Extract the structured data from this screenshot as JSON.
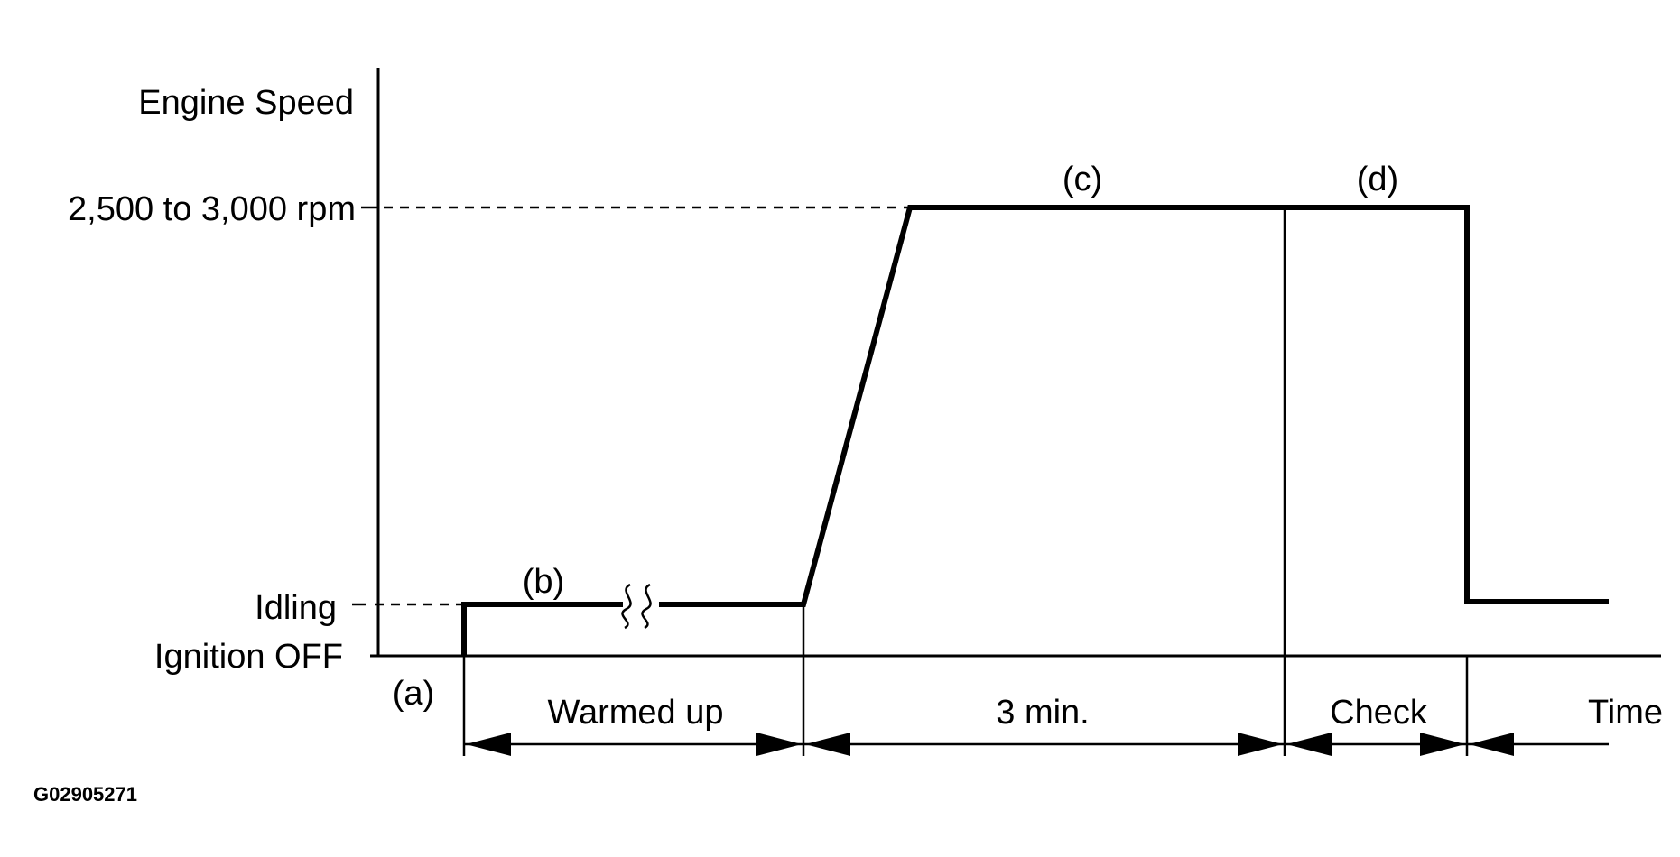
{
  "diagram": {
    "y_axis_title": "Engine Speed",
    "x_axis_title": "Time",
    "levels": {
      "high": "2,500 to 3,000 rpm",
      "idle": "Idling",
      "off": "Ignition OFF"
    },
    "step_labels": {
      "a": "(a)",
      "b": "(b)",
      "c": "(c)",
      "d": "(d)"
    },
    "intervals": {
      "warmed_up": "Warmed up",
      "three_min": "3 min.",
      "check": "Check"
    },
    "figure_code": "G02905271"
  }
}
